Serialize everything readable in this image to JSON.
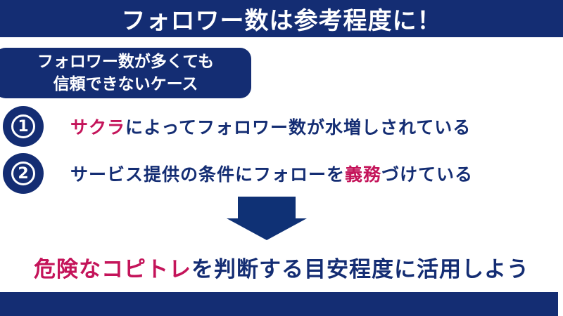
{
  "header": {
    "title": "フォロワー数は参考程度に！"
  },
  "badge": {
    "line1": "フォロワー数が多くても",
    "line2": "信頼できないケース"
  },
  "items": [
    {
      "number": "1",
      "highlight": "サクラ",
      "text": "によってフォロワー数が水増しされている"
    },
    {
      "number": "2",
      "prefix": "サービス提供の条件にフォローを",
      "highlight": "義務",
      "suffix": "づけている"
    }
  ],
  "conclusion": {
    "highlight": "危険なコピトレ",
    "text": "を判断する目安程度に活用しよう"
  },
  "colors": {
    "navy": "#142d73",
    "accent": "#c4145a",
    "background": "#ffffff"
  }
}
